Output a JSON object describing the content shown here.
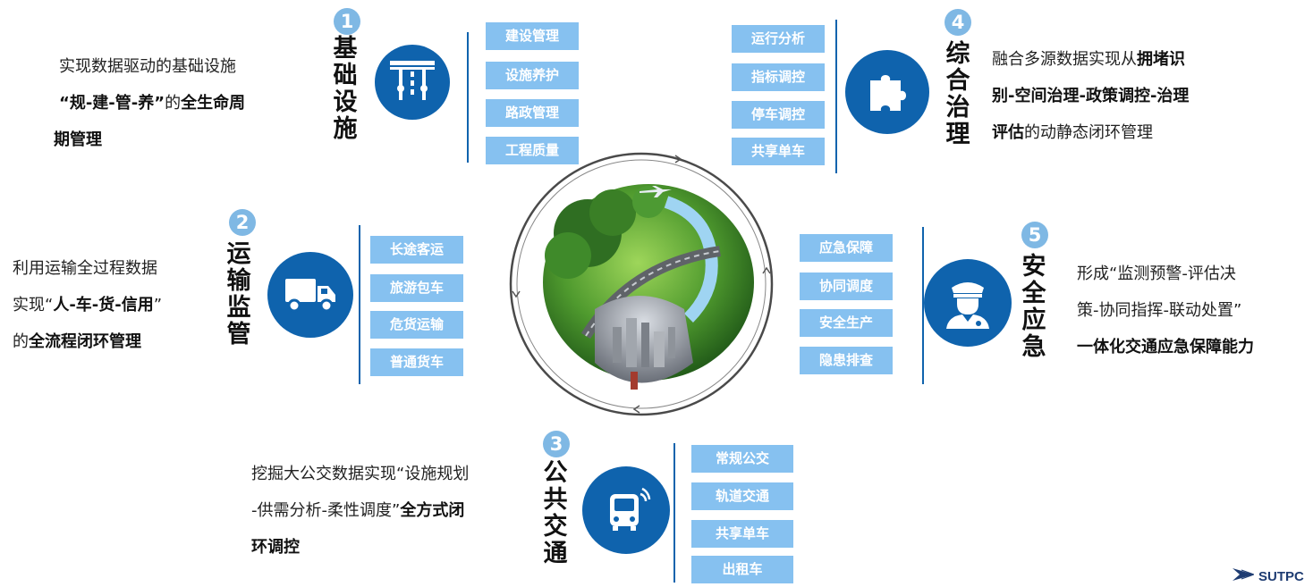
{
  "sections": [
    {
      "number": "1",
      "title": "基础设施",
      "icon": "road-lights-icon",
      "tags": [
        "建设管理",
        "设施养护",
        "路政管理",
        "工程质量"
      ],
      "desc": {
        "line1": "实现数据驱动的基础设施",
        "line2_bold": "“规-建-管-养”",
        "line2_plain": "的",
        "line2_bold2": "全生命周",
        "line3_bold": "期管理"
      }
    },
    {
      "number": "2",
      "title": "运输监管",
      "icon": "truck-icon",
      "tags": [
        "长途客运",
        "旅游包车",
        "危货运输",
        "普通货车"
      ],
      "desc": {
        "line1": "利用运输全过程数据",
        "line2_plain": "实现“",
        "line2_bold": "人-车-货-信用",
        "line2_plain2": "”",
        "line3_plain": "的",
        "line3_bold": "全流程闭环管理"
      }
    },
    {
      "number": "3",
      "title": "公共交通",
      "icon": "bus-icon",
      "tags": [
        "常规公交",
        "轨道交通",
        "共享单车",
        "出租车"
      ],
      "desc": {
        "line1": "挖掘大公交数据实现“设施规划",
        "line2_plain": "-供需分析-柔性调度”",
        "line2_bold": "全方式闭",
        "line3_bold": "环调控"
      }
    },
    {
      "number": "4",
      "title": "综合治理",
      "icon": "puzzle-icon",
      "tags": [
        "运行分析",
        "指标调控",
        "停车调控",
        "共享单车"
      ],
      "desc": {
        "line1_plain": "融合多源数据实现从",
        "line1_bold": "拥堵识",
        "line2_bold": "别-空间治理-政策调控-治理",
        "line3_bold": "评估",
        "line3_plain": "的动静态闭环管理"
      }
    },
    {
      "number": "5",
      "title": "安全应急",
      "icon": "officer-icon",
      "tags": [
        "应急保障",
        "协同调度",
        "安全生产",
        "隐患排查"
      ],
      "desc": {
        "line1": "形成“监测预警-评估决",
        "line2": "策-协同指挥-联动处置”",
        "line3_bold": "一体化交通应急保障能力"
      }
    }
  ],
  "logo": {
    "text": "SUTPC",
    "icon": "sutpc-logo-icon"
  },
  "colors": {
    "primary": "#0f63ad",
    "tag": "#86c1f0",
    "number": "#7fb8e4"
  }
}
